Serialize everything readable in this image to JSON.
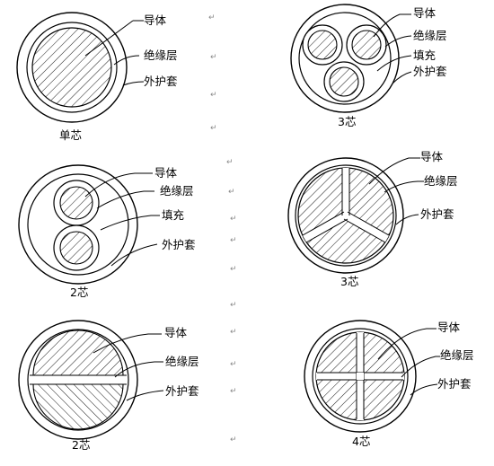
{
  "labels": {
    "conductor": "导体",
    "insulation": "绝缘层",
    "filler": "填充",
    "sheath": "外护套"
  },
  "captions": {
    "single_core": "单芯",
    "three_core": "3芯",
    "two_core": "2芯",
    "four_core": "4芯"
  },
  "paragraph_mark": "↵",
  "colors": {
    "line": "#000000",
    "background": "#ffffff",
    "mark": "#8a8a8a"
  }
}
